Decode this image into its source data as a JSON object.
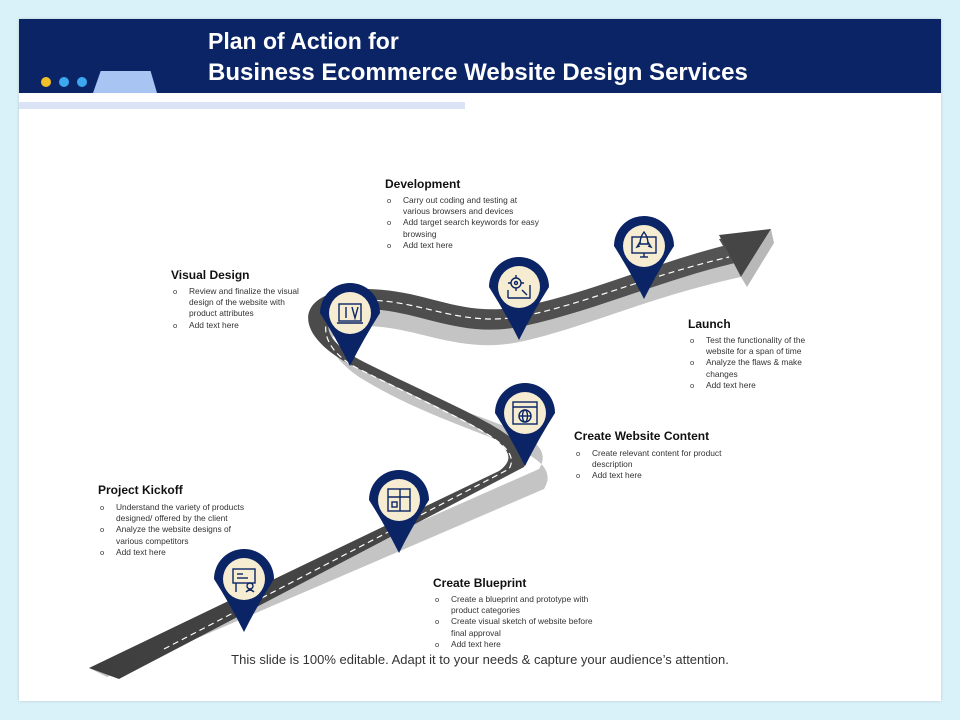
{
  "header": {
    "title_line1": "Plan of Action for",
    "title_line2": "Business Ecommerce Website Design Services",
    "dot_colors": [
      "#f2c028",
      "#3da8ee",
      "#3da8ee"
    ]
  },
  "colors": {
    "header_bg": "#0a2465",
    "road_top": "#4a4a4a",
    "road_side": "#c4c4c4",
    "pin_fill": "#0a2465",
    "pin_inner": "#f6ecd2",
    "background": "#d9f1f8"
  },
  "stages": [
    {
      "title": "Project Kickoff",
      "icon": "presentation-board-icon",
      "bullets": [
        "Understand the variety of products designed/ offered by the client",
        "Analyze the website designs of various competitors",
        "Add text here"
      ]
    },
    {
      "title": "Create Blueprint",
      "icon": "blueprint-icon",
      "bullets": [
        "Create a blueprint and prototype with product categories",
        "Create visual sketch of website before final approval",
        "Add text here"
      ]
    },
    {
      "title": "Create Website Content",
      "icon": "globe-browser-icon",
      "bullets": [
        "Create relevant content for product description",
        "Add text here"
      ]
    },
    {
      "title": "Visual Design",
      "icon": "design-tools-icon",
      "bullets": [
        "Review and finalize the visual design of the website with product attributes",
        "Add text here"
      ]
    },
    {
      "title": "Development",
      "icon": "gear-code-icon",
      "bullets": [
        "Carry out coding and testing at various browsers and devices",
        "Add target search keywords for easy browsing",
        "Add text here"
      ]
    },
    {
      "title": "Launch",
      "icon": "rocket-monitor-icon",
      "bullets": [
        "Test the functionality of the website for a span of time",
        "Analyze the flaws & make changes",
        "Add text here"
      ]
    }
  ],
  "footer": {
    "text": "This slide is 100% editable. Adapt it to your needs & capture your audience’s attention."
  }
}
